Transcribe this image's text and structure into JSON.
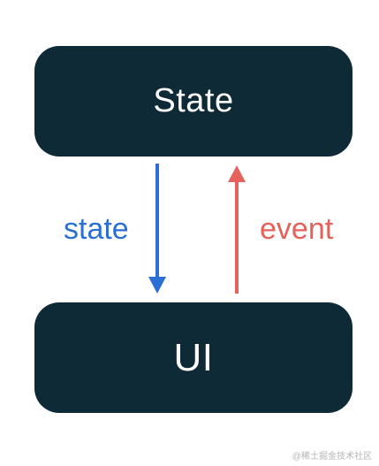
{
  "nodes": {
    "state": {
      "label": "State"
    },
    "ui": {
      "label": "UI"
    }
  },
  "edges": {
    "down": {
      "label": "state",
      "color": "#2b6fd6"
    },
    "up": {
      "label": "event",
      "color": "#e4615c"
    }
  },
  "colors": {
    "box_fill": "#0d2a36",
    "box_text": "#ffffff"
  },
  "watermark": "@稀土掘金技术社区"
}
